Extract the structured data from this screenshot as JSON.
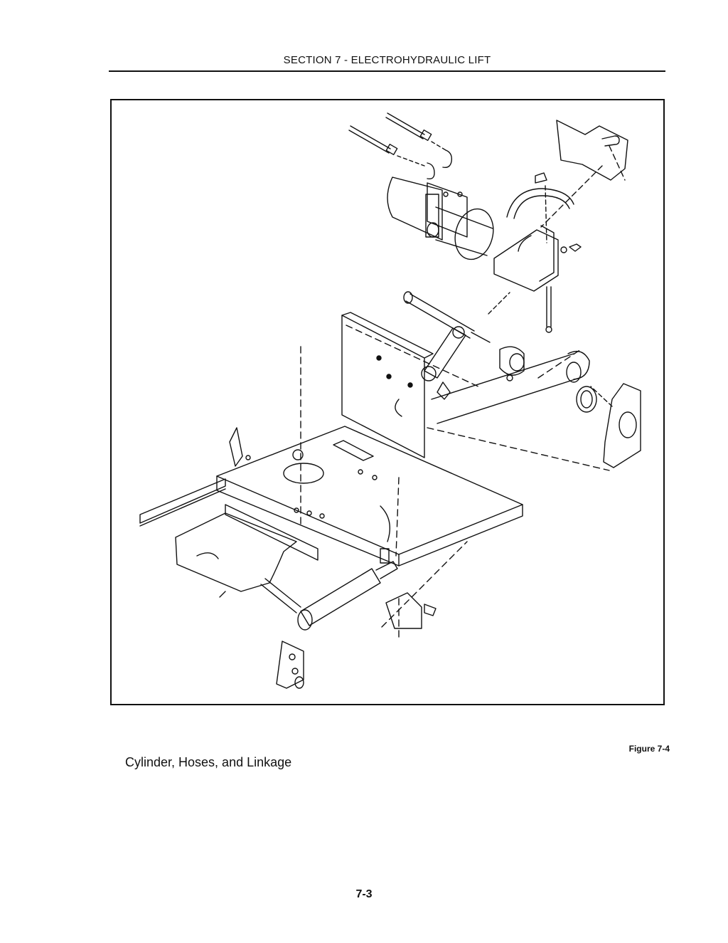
{
  "header": {
    "section_title": "SECTION 7 - ELECTROHYDRAULIC LIFT"
  },
  "figure": {
    "number": "Figure 7-4",
    "caption": "Cylinder, Hoses, and Linkage"
  },
  "footer": {
    "page_number": "7-3"
  }
}
